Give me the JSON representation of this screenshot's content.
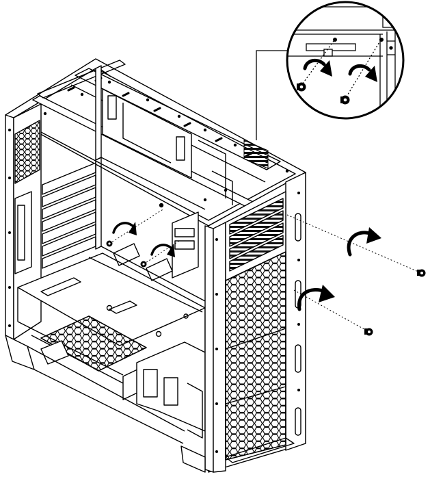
{
  "figure": {
    "background": "#ffffff",
    "line_color": "#000000",
    "fill_dark": "#1a1a1a",
    "fill_mid": "#6b6b6b"
  },
  "parts": {
    "case": "pc-case-open-side",
    "front_panel": "mesh-front-panel",
    "detail": "zoom-callout-circle",
    "screws": [
      "screw-icon",
      "screw-icon",
      "screw-icon",
      "screw-icon",
      "screw-icon",
      "screw-icon"
    ],
    "arrows": [
      "rotate-arrow-icon",
      "rotate-arrow-icon",
      "rotate-arrow-icon",
      "rotate-arrow-icon",
      "rotate-arrow-icon",
      "rotate-arrow-icon"
    ]
  }
}
